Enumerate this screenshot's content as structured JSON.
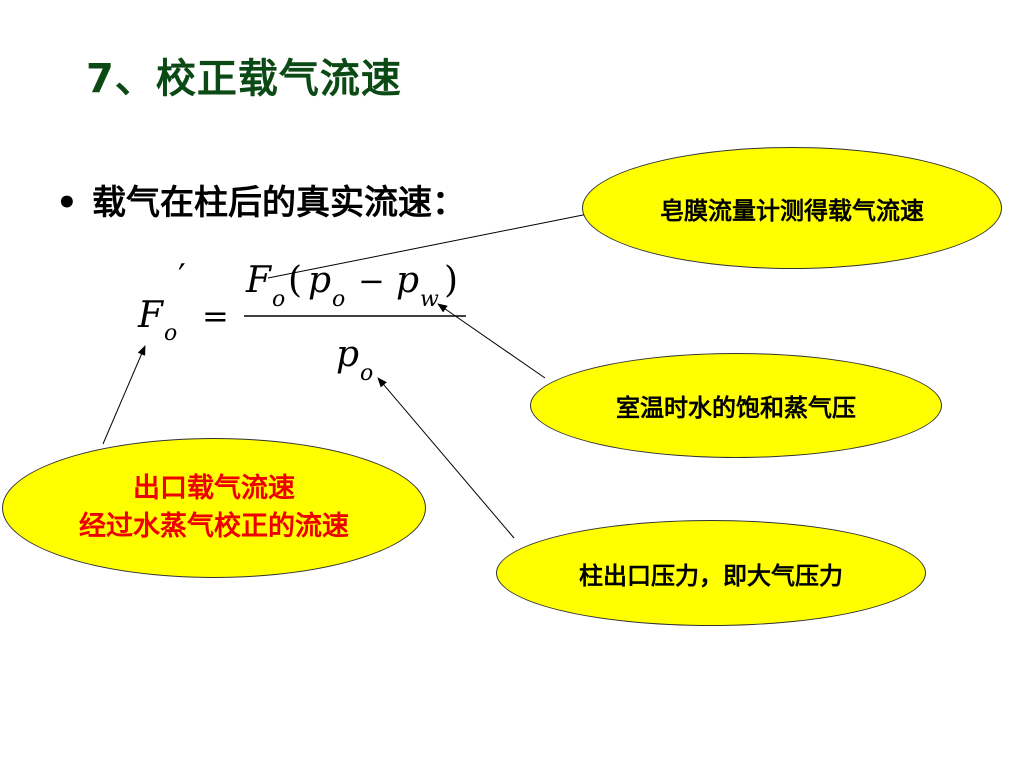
{
  "slide": {
    "title": "7、校正载气流速",
    "bullet_glyph": "•",
    "bullet_text": "载气在柱后的真实流速："
  },
  "formula": {
    "F": "F",
    "o": "o",
    "prime": "′",
    "equals": "=",
    "lparen": "(",
    "p": "p",
    "minus": "−",
    "w": "w",
    "rparen": ")"
  },
  "callouts": {
    "soap_film": "皂膜流量计测得载气流速",
    "vapor_pressure": "室温时水的饱和蒸气压",
    "column_outlet": "柱出口压力，即大气压力",
    "outlet_line1": "出口载气流速",
    "outlet_line2": "经过水蒸气校正的流速"
  },
  "colors": {
    "title": "#0b4a14",
    "callout_fill": "#ffff00",
    "callout_red_text": "#ee0000"
  }
}
